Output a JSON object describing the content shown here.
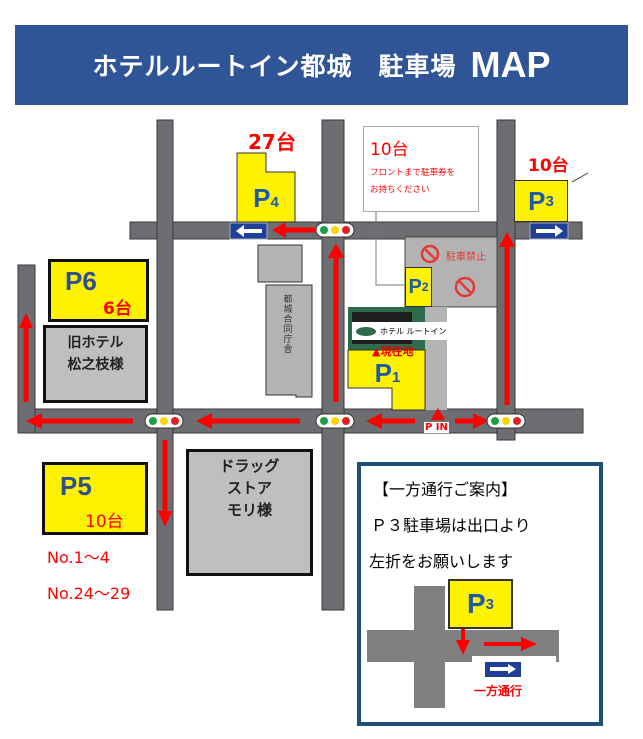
{
  "header": {
    "title": "ホテルルートイン都城　駐車場",
    "title_suffix": "MAP",
    "color": "#2f5597"
  },
  "parking": {
    "p1": {
      "label": "P",
      "num": "1"
    },
    "p2": {
      "label": "P",
      "num": "2"
    },
    "p3": {
      "label": "P",
      "num": "3",
      "count": "10台"
    },
    "p4": {
      "label": "P",
      "num": "4",
      "count": "27台"
    },
    "p5": {
      "label": "P5",
      "count": "10台",
      "spaces": [
        "No.1～4",
        "No.24～29"
      ]
    },
    "p6": {
      "label": "P6",
      "count": "6台"
    }
  },
  "note": {
    "count": "10台",
    "line1": "フロントまで駐車券を",
    "line2": "お持ちください"
  },
  "landmarks": {
    "no_parking": "駐車禁止",
    "hotel_sign": "ホテル ルートイン",
    "current": "現在地",
    "entrance": "P IN",
    "gov_building": "都城合同庁舎",
    "old_hotel": [
      "旧ホテル",
      "松之枝様"
    ],
    "drugstore": [
      "ドラッグ",
      "ストア",
      "モリ様"
    ]
  },
  "info": {
    "title": "【一方通行ご案内】",
    "line1": "Ｐ３駐車場は出口より",
    "line2": "左折をお願いします",
    "p3_label": "P",
    "p3_num": "3",
    "one_way": "一方通行"
  },
  "colors": {
    "road": "#6d6e71",
    "arrow": "#ff0000",
    "parking": "#fff200",
    "sign": "#1f3f99",
    "info_border": "#1f4e79"
  }
}
